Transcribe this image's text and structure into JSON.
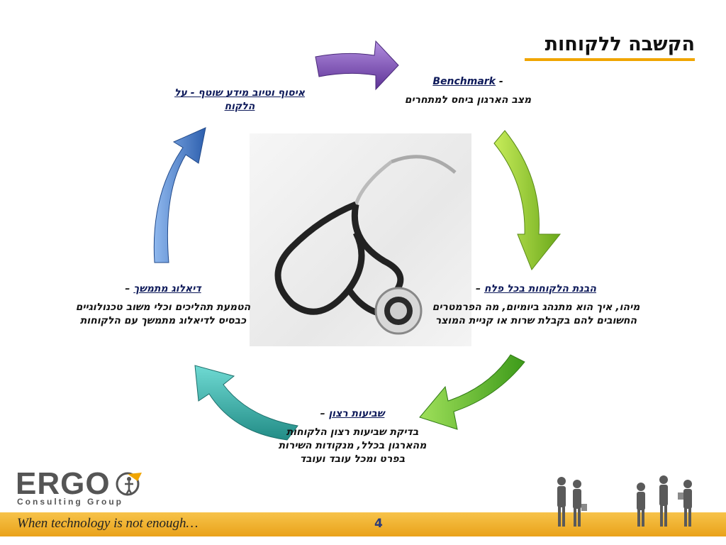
{
  "title": "הקשבה ללקוחות",
  "blocks": {
    "benchmark": {
      "head_prefix": "- ",
      "head": "Benchmark",
      "body": "מצב הארגון ביחס למתחרים"
    },
    "understanding": {
      "head": "הבנת הלקוחות בכל פלח",
      "head_suffix": " –",
      "body": "מיהו, איך הוא מתנהג ביומיום, מה הפרמטרים החשובים להם בקבלת שרות או קניית המוצר"
    },
    "satisfaction": {
      "head": "שביעות רצון",
      "head_suffix": " –",
      "body": "בדיקת שביעות רצון הלקוחות מהארגון בכלל, מנקודות השירות בפרט ומכל עובד ועובד"
    },
    "dialogue": {
      "head": "דיאלוג מתמשך",
      "head_suffix": " –",
      "body": "הטמעת תהליכים וכלי משוב טכנולוגיים כבסיס לדיאלוג מתמשך עם הלקוחות"
    },
    "info": {
      "head": "איסוף וטיוב מידע שוטף - על הלקוח"
    }
  },
  "logo": {
    "name": "ERGO",
    "sub": "Consulting Group"
  },
  "footer": {
    "tagline": "When technology is not enough…",
    "page": "4"
  },
  "colors": {
    "purple": "#7b4fb5",
    "green": "#7fbf1e",
    "dark_green": "#4aa31e",
    "teal": "#2fa5a0",
    "blue": "#3c73c6",
    "accent": "#f0a500"
  }
}
